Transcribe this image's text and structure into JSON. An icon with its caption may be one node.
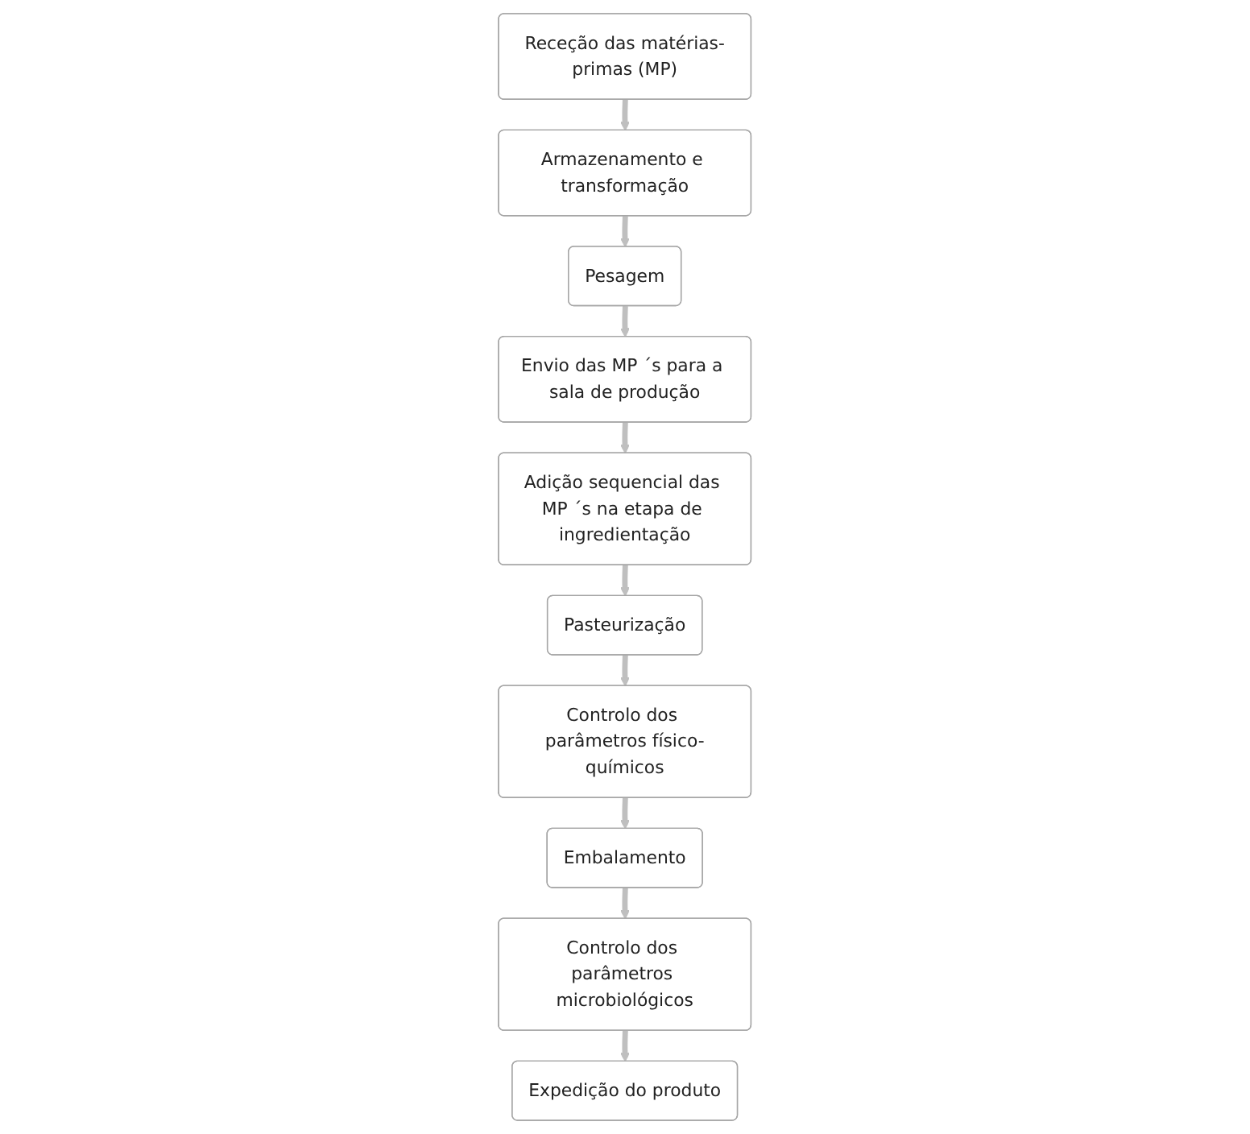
{
  "diagram": {
    "nodes": [
      {
        "text": [
          "Receção das matérias-primas (MP)"
        ]
      },
      {
        "text": [
          "Armazenamento e transformação"
        ]
      },
      {
        "text": [
          "Pesagem"
        ]
      },
      {
        "text": [
          "Envio das MP ´s para a sala de produção"
        ]
      },
      {
        "text": [
          "Adição sequencial das MP ´s na etapa de ingredientação"
        ]
      },
      {
        "text": [
          "Pasteurização"
        ]
      },
      {
        "text": [
          "Controlo dos parâmetros físico-químicos"
        ]
      },
      {
        "text": [
          "Embalamento"
        ]
      },
      {
        "text": [
          "Controlo dos parâmetros microbiológicos"
        ]
      },
      {
        "text": [
          "Expedição do produto"
        ]
      }
    ],
    "edges": [
      {
        "from": 0,
        "to": 1,
        "arrow": "to"
      },
      {
        "from": 1,
        "to": 2,
        "arrow": "to"
      },
      {
        "from": 2,
        "to": 3,
        "arrow": "to"
      },
      {
        "from": 3,
        "to": 4,
        "arrow": "to"
      },
      {
        "from": 4,
        "to": 5,
        "arrow": "to"
      },
      {
        "from": 5,
        "to": 6,
        "arrow": "to"
      },
      {
        "from": 6,
        "to": 7,
        "arrow": "to"
      },
      {
        "from": 7,
        "to": 8,
        "arrow": "to"
      },
      {
        "from": 8,
        "to": 9,
        "arrow": "to"
      }
    ]
  }
}
